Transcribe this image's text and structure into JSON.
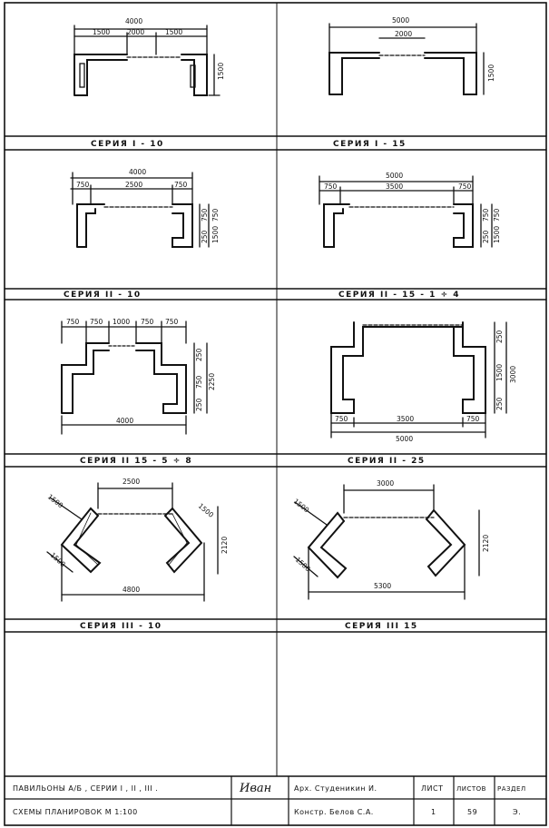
{
  "sheet": {
    "panels": [
      {
        "title": "СЕРИЯ  I - 10",
        "dims": [
          "4000",
          "1500",
          "2000",
          "1500",
          "1500"
        ]
      },
      {
        "title": "СЕРИЯ  I - 15",
        "dims": [
          "5000",
          "2000",
          "1500"
        ]
      },
      {
        "title": "СЕРИЯ  II - 10",
        "dims": [
          "4000",
          "750",
          "2500",
          "750",
          "750",
          "750",
          "250",
          "1500"
        ]
      },
      {
        "title": "СЕРИЯ  II - 15 - 1 ÷ 4",
        "dims": [
          "5000",
          "750",
          "3500",
          "750",
          "750",
          "750",
          "250",
          "1500"
        ]
      },
      {
        "title": "СЕРИЯ  II  15 - 5 ÷ 8",
        "dims": [
          "750",
          "750",
          "1000",
          "750",
          "750",
          "250",
          "750",
          "250",
          "2250",
          "4000"
        ]
      },
      {
        "title": "СЕРИЯ  II - 25",
        "dims": [
          "250",
          "1500",
          "250",
          "3000",
          "750",
          "3500",
          "750",
          "5000"
        ]
      },
      {
        "title": "СЕРИЯ  III - 10",
        "dims": [
          "2500",
          "1500",
          "1500",
          "1500",
          "2120",
          "4800"
        ]
      },
      {
        "title": "СЕРИЯ  III  15",
        "dims": [
          "3000",
          "1500",
          "1500",
          "2120",
          "5300"
        ]
      }
    ]
  },
  "title_block": {
    "row1_left": "ПАВИЛЬОНЫ  А/Б ,  СЕРИИ  I , II , III .",
    "row2_left": "СХЕМЫ   ПЛАНИРОВОК       М 1:100",
    "signature": "Иван",
    "architect": "Арх.  Студеникин  И.",
    "constructor": "Констр.  Белов  С.А.",
    "col_sheet_label": "ЛИСТ",
    "col_sheets_label": "ЛИСТОВ",
    "col_section_label": "РАЗДЕЛ",
    "sheet_number": "1",
    "sheets_count": "59",
    "section": "Э."
  }
}
